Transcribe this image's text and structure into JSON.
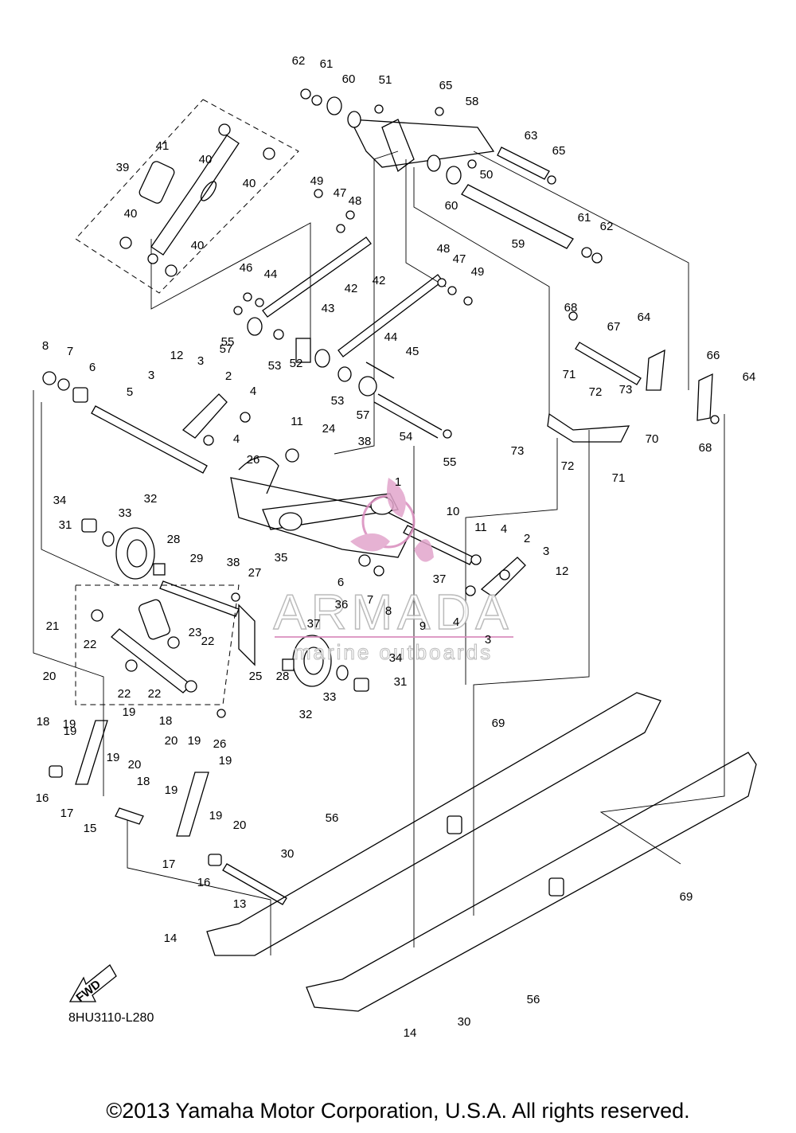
{
  "diagram": {
    "callouts": [
      "1",
      "2",
      "3",
      "4",
      "5",
      "6",
      "7",
      "8",
      "9",
      "10",
      "11",
      "12",
      "13",
      "14",
      "15",
      "16",
      "17",
      "18",
      "19",
      "20",
      "21",
      "22",
      "23",
      "24",
      "25",
      "26",
      "27",
      "28",
      "29",
      "30",
      "31",
      "32",
      "33",
      "34",
      "35",
      "36",
      "37",
      "38",
      "39",
      "40",
      "41",
      "42",
      "43",
      "44",
      "45",
      "46",
      "47",
      "48",
      "49",
      "50",
      "51",
      "52",
      "53",
      "54",
      "55",
      "56",
      "57",
      "58",
      "59",
      "60",
      "61",
      "62",
      "63",
      "64",
      "65",
      "66",
      "67",
      "68",
      "69",
      "70",
      "71",
      "72",
      "73"
    ],
    "direction_tag": "FWD",
    "drawing_code": "8HU3110-L280"
  },
  "watermark": {
    "brand": "ARMADA",
    "tagline": "marine outboards",
    "accent_color": "#d98bbd"
  },
  "footer": {
    "copyright": "©2013 Yamaha Motor Corporation, U.S.A. All rights reserved."
  }
}
